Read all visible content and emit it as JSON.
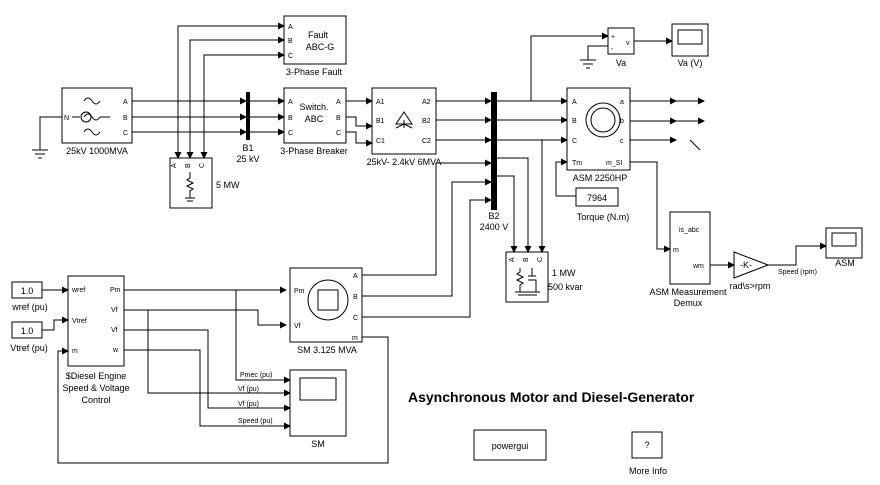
{
  "title": "Asynchronous Motor and Diesel-Generator",
  "blocks": {
    "source": "25kV 1000MVA",
    "bus_b1": "B1",
    "bus_b1_volt": "25 kV",
    "load_5mw": "5 MW",
    "fault_name": "3-Phase Fault",
    "fault_l1": "Fault",
    "fault_l2": "ABC-G",
    "breaker_name": "3-Phase Breaker",
    "breaker_l1": "Switch.",
    "breaker_l2": "ABC",
    "transformer": "25kV- 2.4kV 6MVA",
    "bus_b2": "B2",
    "bus_b2_volt": "2400 V",
    "load_1mw_l1": "1 MW",
    "load_1mw_l2": "500 kvar",
    "asm": "ASM 2250HP",
    "va": "Va",
    "va_scope": "Va (V)",
    "torque_value": "7964",
    "torque": "Torque (N.m)",
    "asm_demux_l1": "ASM Measurement",
    "asm_demux_l2": "Demux",
    "gain": "-K-",
    "rad_rpm": "rad\\s>rpm",
    "speed_rpm": "Speed (rpm)",
    "asm_scope": "ASM",
    "wref_value": "1.0",
    "wref": "wref (pu)",
    "vtref_value": "1.0",
    "vtref": "Vtref (pu)",
    "diesel_l1": "$Diesel Engine",
    "diesel_l2": "Speed & Voltage",
    "diesel_l3": "Control",
    "sm": "SM 3.125 MVA",
    "sm_scope": "SM",
    "pmec": "Pmec (pu)",
    "vf1": "Vf (pu)",
    "vf2": "Vf (pu)",
    "speed_pu": "Speed (pu)",
    "powergui": "powergui",
    "moreinfo_q": "?",
    "moreinfo": "More Info"
  },
  "ports": {
    "A": "A",
    "B": "B",
    "C": "C",
    "A1": "A1",
    "B1": "B1",
    "C1": "C1",
    "A2": "A2",
    "B2": "B2",
    "C2": "C2",
    "a": "a",
    "b": "b",
    "c": "c",
    "Tm": "Tm",
    "m_SI": "m_SI",
    "m": "m",
    "wref": "wref",
    "Vtref": "Vtref",
    "Pm": "Pm",
    "Vf": "Vf",
    "w": "w",
    "v": "v",
    "plus": "+",
    "minus": "-",
    "is_abc": "is_abc",
    "wm": "wm",
    "N": "N"
  }
}
